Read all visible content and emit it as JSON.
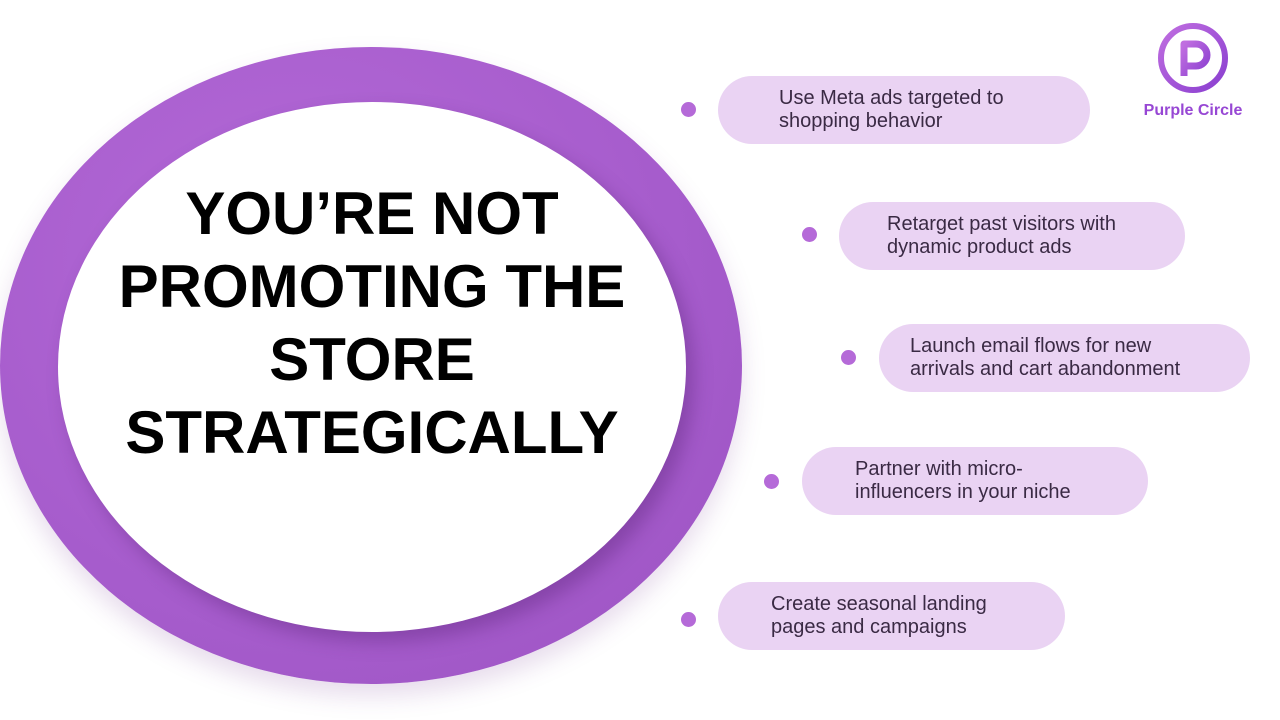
{
  "headline": {
    "lines": [
      "YOU’RE NOT",
      "PROMOTING THE",
      "STORE",
      "STRATEGICALLY"
    ]
  },
  "logo": {
    "name": "Purple Circle",
    "icon": "p-letter-circle-icon"
  },
  "tips": [
    {
      "lines": [
        "Use Meta ads targeted to",
        "shopping behavior"
      ]
    },
    {
      "lines": [
        "Retarget past visitors with",
        "dynamic product ads"
      ]
    },
    {
      "lines": [
        "Launch email flows for new",
        "arrivals and cart abandonment"
      ]
    },
    {
      "lines": [
        "Partner with micro-",
        "influencers in your niche"
      ]
    },
    {
      "lines": [
        "Create seasonal landing",
        "pages and campaigns"
      ]
    }
  ],
  "colors": {
    "accent_purple": "#b56ad8",
    "pill_background": "#ead3f3",
    "logo_purple": "#9747d4"
  }
}
